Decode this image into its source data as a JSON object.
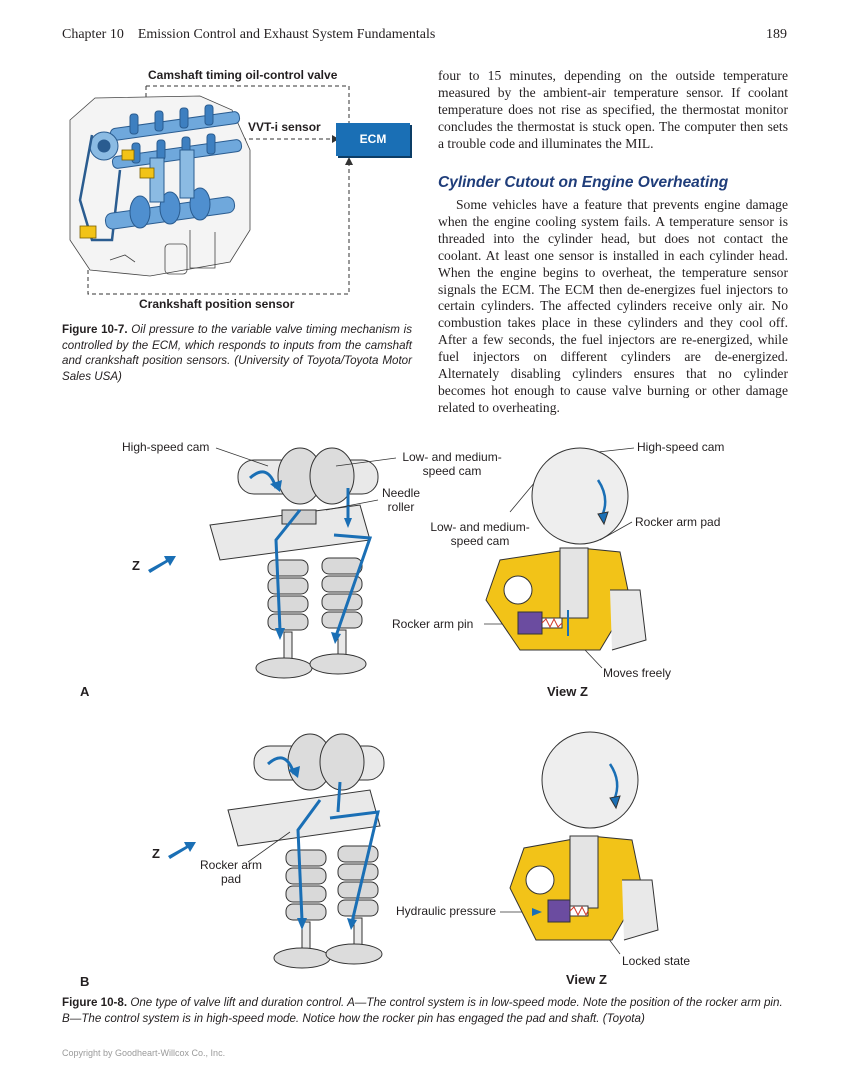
{
  "header": {
    "chapter": "Chapter 10",
    "title": "Emission Control and Exhaust System Fundamentals",
    "page_number": "189"
  },
  "right_column": {
    "para1": "four to 15 minutes, depending on the outside temperature measured by the ambient-air temperature sensor. If coolant temperature does not rise as specified, the thermostat monitor concludes the thermostat is stuck open. The computer then sets a trouble code and illuminates the MIL.",
    "section_title": "Cylinder Cutout on Engine Overheating",
    "para2": "Some vehicles have a feature that prevents engine damage when the engine cooling system fails. A temperature sensor is threaded into the cylinder head, but does not contact the coolant. At least one sensor is installed in each cylinder head. When the engine begins to overheat, the temperature sensor signals the ECM. The ECM then de-energizes fuel injectors to certain cylinders. The affected cylinders receive only air. No combustion takes place in these cylinders and they cool off. After a few seconds, the fuel injectors are re-energized, while fuel injectors on different cylinders are de-energized. Alternately disabling cylinders ensures that no cylinder becomes hot enough to cause valve burning or other damage related to overheating."
  },
  "figure_10_7": {
    "label_top": "Camshaft timing oil-control valve",
    "label_vvti": "VVT-i sensor",
    "label_ecm": "ECM",
    "label_bottom": "Crankshaft position sensor",
    "caption_number": "Figure 10-7.",
    "caption_text": "Oil pressure to the variable valve timing mechanism is controlled by the ECM, which responds to inputs from the camshaft and crankshaft position sensors. (University of Toyota/Toyota Motor Sales USA)"
  },
  "figure_10_8": {
    "panel_a": {
      "letter": "A",
      "high_speed_cam_left": "High-speed cam",
      "low_medium_cam_top_1": "Low- and medium-",
      "low_medium_cam_top_2": "speed cam",
      "needle_roller_1": "Needle",
      "needle_roller_2": "roller",
      "z": "Z",
      "high_speed_cam_right": "High-speed cam",
      "low_medium_cam_right_1": "Low- and medium-",
      "low_medium_cam_right_2": "speed cam",
      "rocker_arm_pad": "Rocker arm pad",
      "rocker_arm_pin": "Rocker arm pin",
      "moves_freely": "Moves freely",
      "view_z": "View Z"
    },
    "panel_b": {
      "letter": "B",
      "z": "Z",
      "rocker_arm_pad_1": "Rocker arm",
      "rocker_arm_pad_2": "pad",
      "hydraulic_pressure": "Hydraulic pressure",
      "locked_state": "Locked state",
      "view_z": "View Z"
    },
    "caption_number": "Figure 10-8.",
    "caption_text": "One type of valve lift and duration control. A—The control system is in low-speed mode. Note the position of the rocker arm pin. B—The control system is in high-speed mode. Notice how the rocker pin has engaged the pad and shaft. (Toyota)"
  },
  "footer": {
    "copyright": "Copyright by Goodheart-Willcox Co., Inc."
  },
  "colors": {
    "accent_blue": "#1a6fb5",
    "engine_blue": "#6fa8dc",
    "rocker_yellow": "#f2c318",
    "pin_purple": "#6b4ca0",
    "spring_red": "#d23a2a"
  }
}
